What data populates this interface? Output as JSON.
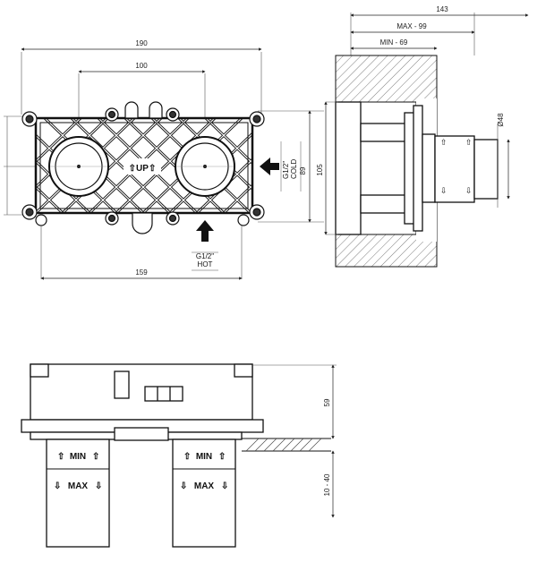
{
  "front_view": {
    "dims": {
      "width_overall": "190",
      "inlet_spacing": "100",
      "bottom_width": "159",
      "height_inner": "89",
      "height_outer": "105"
    },
    "up_label": "⇧UP⇧",
    "cold_thread": "G1/2\"",
    "cold_label": "COLD",
    "hot_thread": "G1/2\"",
    "hot_label": "HOT"
  },
  "side_view": {
    "dims": {
      "total_depth": "143",
      "max_depth": "MAX - 99",
      "min_depth": "MIN - 69",
      "diameter": "Ø48"
    }
  },
  "bottom_view": {
    "dims": {
      "body_height": "59",
      "adjust_range": "10 - 40"
    },
    "sleeves": [
      {
        "min_label": "MIN",
        "max_label": "MAX",
        "arrow_up": "⇧",
        "arrow_down": "⇩"
      },
      {
        "min_label": "MIN",
        "max_label": "MAX",
        "arrow_up": "⇧",
        "arrow_down": "⇩"
      }
    ]
  }
}
